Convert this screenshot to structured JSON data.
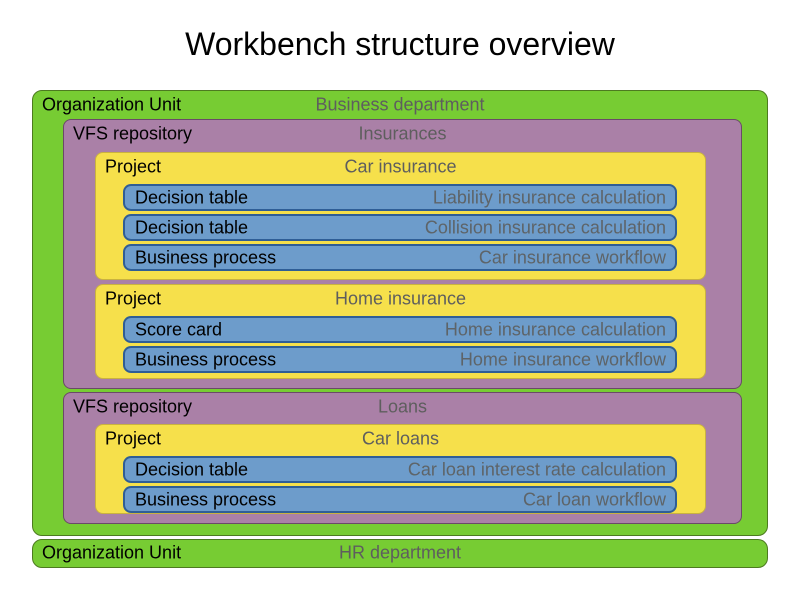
{
  "title": "Workbench structure overview",
  "palette": {
    "org_unit_fill": "#77CC33",
    "org_unit_border": "#4D7A20",
    "repository_fill": "#AA80A7",
    "repository_border": "#6B4968",
    "project_fill": "#F6E04B",
    "project_border": "#C9B23F",
    "asset_fill": "#6D9CCB",
    "asset_border": "#2F5E96",
    "type_label_color": "#000000",
    "name_color": "#5E5E5E"
  },
  "org_units": [
    {
      "type_label": "Organization Unit",
      "name": "Business department",
      "repositories": [
        {
          "type_label": "VFS repository",
          "name": "Insurances",
          "projects": [
            {
              "type_label": "Project",
              "name": "Car insurance",
              "assets": [
                {
                  "type_label": "Decision table",
                  "name": "Liability insurance calculation"
                },
                {
                  "type_label": "Decision table",
                  "name": "Collision insurance calculation"
                },
                {
                  "type_label": "Business process",
                  "name": "Car insurance workflow"
                }
              ]
            },
            {
              "type_label": "Project",
              "name": "Home insurance",
              "assets": [
                {
                  "type_label": "Score card",
                  "name": "Home insurance calculation"
                },
                {
                  "type_label": "Business process",
                  "name": "Home insurance workflow"
                }
              ]
            }
          ]
        },
        {
          "type_label": "VFS repository",
          "name": "Loans",
          "projects": [
            {
              "type_label": "Project",
              "name": "Car loans",
              "assets": [
                {
                  "type_label": "Decision table",
                  "name": "Car loan interest rate calculation"
                },
                {
                  "type_label": "Business process",
                  "name": "Car loan workflow"
                }
              ]
            }
          ]
        }
      ]
    },
    {
      "type_label": "Organization Unit",
      "name": "HR department",
      "repositories": []
    }
  ]
}
